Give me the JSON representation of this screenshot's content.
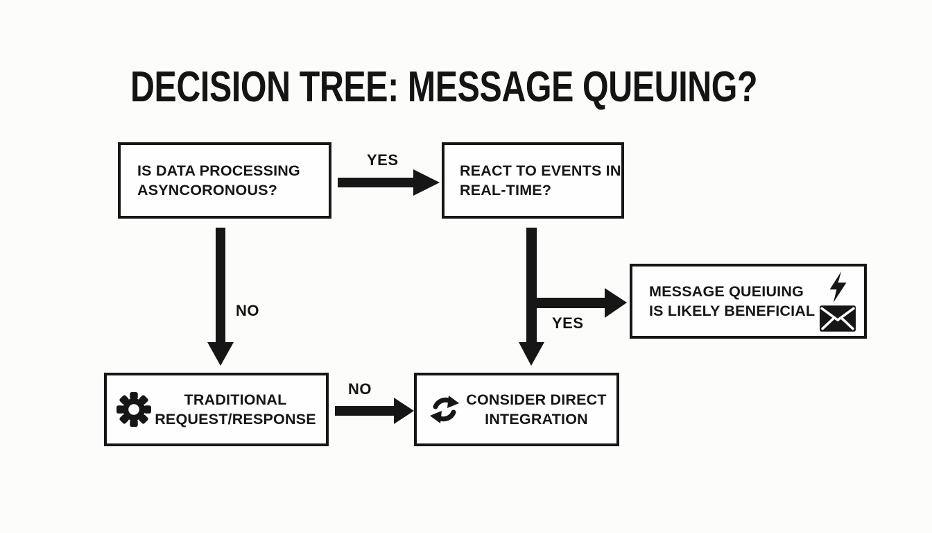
{
  "title": "DECISION TREE: MESSAGE QUEUING?",
  "nodes": {
    "q1": {
      "line1": "IS DATA PROCESSING",
      "line2": "ASYNCORONOUS?"
    },
    "q2": {
      "line1": "REACT TO EVENTS IN",
      "line2": "REAL-TIME?"
    },
    "mq": {
      "line1": "MESSAGE QUEIUING",
      "line2": "IS LIKELY BENEFICIAL",
      "icons": [
        "lightning-icon",
        "envelope-icon"
      ]
    },
    "trad": {
      "line1": "TRADITIONAL",
      "line2": "REQUEST/RESPONSE",
      "icon": "gear-icon"
    },
    "direct": {
      "line1": "CONSIDER DIRECT",
      "line2": "INTEGRATION",
      "icon": "sync-icon"
    }
  },
  "edges": {
    "q1_to_q2": {
      "label": "YES"
    },
    "q1_to_trad": {
      "label": "NO"
    },
    "q2_to_mq": {
      "label": "YES"
    },
    "q2_to_direct": {
      "label": ""
    },
    "trad_to_direct": {
      "label": "NO"
    }
  },
  "colors": {
    "ink": "#161616",
    "background": "#fcfcfa",
    "box_background": "#fefefe"
  }
}
